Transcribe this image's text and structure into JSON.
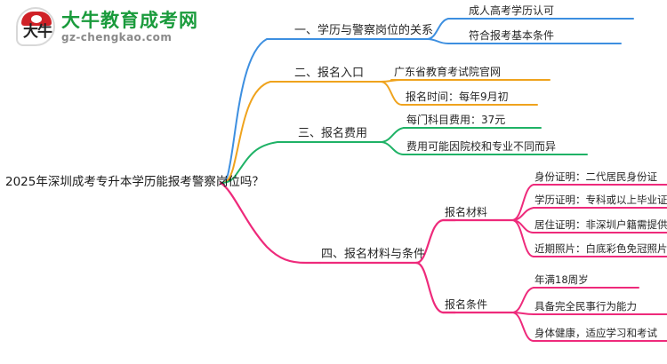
{
  "logo": {
    "mark_text": "大牛",
    "title": "大牛教育成考网",
    "subtitle": "gz-chengkao.com"
  },
  "mindmap": {
    "root": "2025年深圳成考专升本学历能报考警察岗位吗？",
    "colors": {
      "branch1": "#3d8fe0",
      "branch2": "#efa31d",
      "branch3": "#1fb266",
      "branch4": "#ee2a7b"
    },
    "branches": [
      {
        "label": "一、学历与警察岗位的关系",
        "color": "#3d8fe0",
        "children": [
          {
            "label": "成人高考学历认可"
          },
          {
            "label": "符合报考基本条件"
          }
        ]
      },
      {
        "label": "二、报名入口",
        "color": "#efa31d",
        "children": [
          {
            "label": "广东省教育考试院官网"
          },
          {
            "label": "报名时间：每年9月初"
          }
        ]
      },
      {
        "label": "三、报名费用",
        "color": "#1fb266",
        "children": [
          {
            "label": "每门科目费用：37元"
          },
          {
            "label": "费用可能因院校和专业不同而异"
          }
        ]
      },
      {
        "label": "四、报名材料与条件",
        "color": "#ee2a7b",
        "children": [
          {
            "label": "报名材料",
            "children": [
              {
                "label": "身份证明：二代居民身份证"
              },
              {
                "label": "学历证明：专科或以上毕业证"
              },
              {
                "label": "居住证明：非深圳户籍需提供"
              },
              {
                "label": "近期照片：白底彩色免冠照片"
              }
            ]
          },
          {
            "label": "报名条件",
            "children": [
              {
                "label": "年满18周岁"
              },
              {
                "label": "具备完全民事行为能力"
              },
              {
                "label": "身体健康，适应学习和考试"
              }
            ]
          }
        ]
      }
    ]
  }
}
